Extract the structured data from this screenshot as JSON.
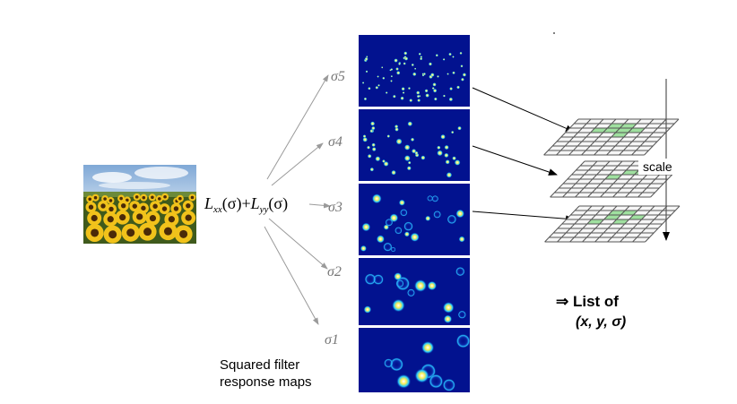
{
  "formula": {
    "L1": "L",
    "sub1": "xx",
    "arg1": "(σ)",
    "plus": "+",
    "L2": "L",
    "sub2": "yy",
    "arg2": "(σ)"
  },
  "scales": [
    {
      "label": "σ5"
    },
    {
      "label": "σ4"
    },
    {
      "label": "σ3"
    },
    {
      "label": "σ2"
    },
    {
      "label": "σ1"
    }
  ],
  "caption": {
    "line1": "Squared filter",
    "line2": "response maps"
  },
  "scale_axis_label": "scale",
  "result": {
    "line1": "⇒ List of",
    "line2": "(x, y, σ)"
  },
  "colors": {
    "map_background": "#02128f",
    "grid_line": "#555555",
    "grid_fill": "#f6f6f6",
    "highlight": "#8fdc8f",
    "arrow": "#000000",
    "fan_arrow": "#9a9a9a"
  }
}
